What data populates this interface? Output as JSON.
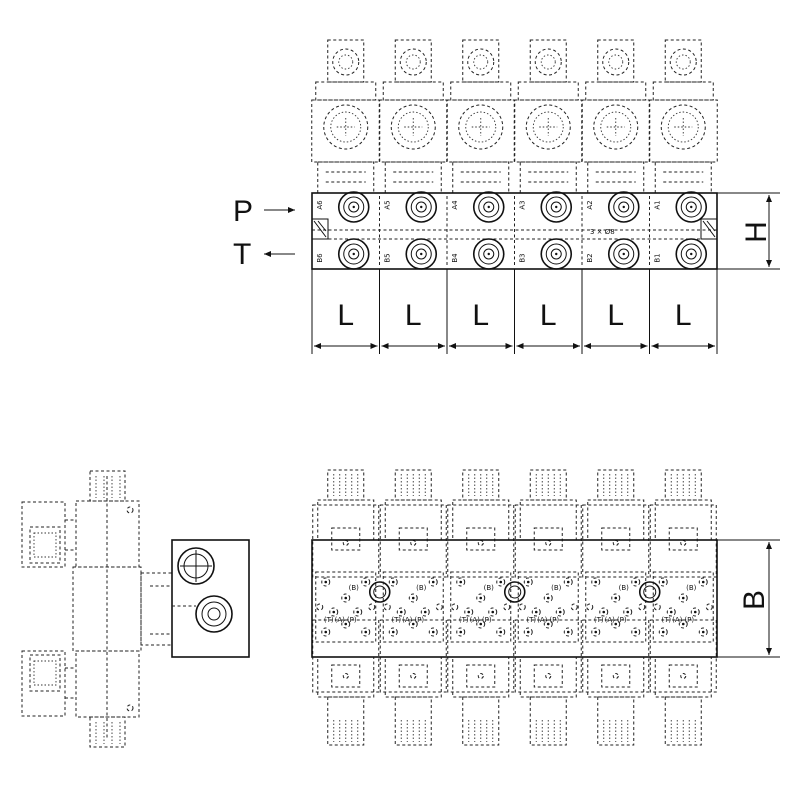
{
  "labels": {
    "pressure_port": "P",
    "tank_port": "T",
    "height_dim": "H",
    "width_dim": "B",
    "length_dim": "L"
  },
  "stations": [
    {
      "a": "A6",
      "b": "B6"
    },
    {
      "a": "A5",
      "b": "B5"
    },
    {
      "a": "A4",
      "b": "B4"
    },
    {
      "a": "A3",
      "b": "B3"
    },
    {
      "a": "A2",
      "b": "B2"
    },
    {
      "a": "A1",
      "b": "B1"
    }
  ],
  "length_dims": [
    "L",
    "L",
    "L",
    "L",
    "L",
    "L"
  ],
  "thread_note": "3 × Ø8",
  "port_marks": [
    "(T)",
    "(A)",
    "(P)",
    "(B)"
  ],
  "colors": {
    "ink": "#111111",
    "paper": "#ffffff"
  }
}
